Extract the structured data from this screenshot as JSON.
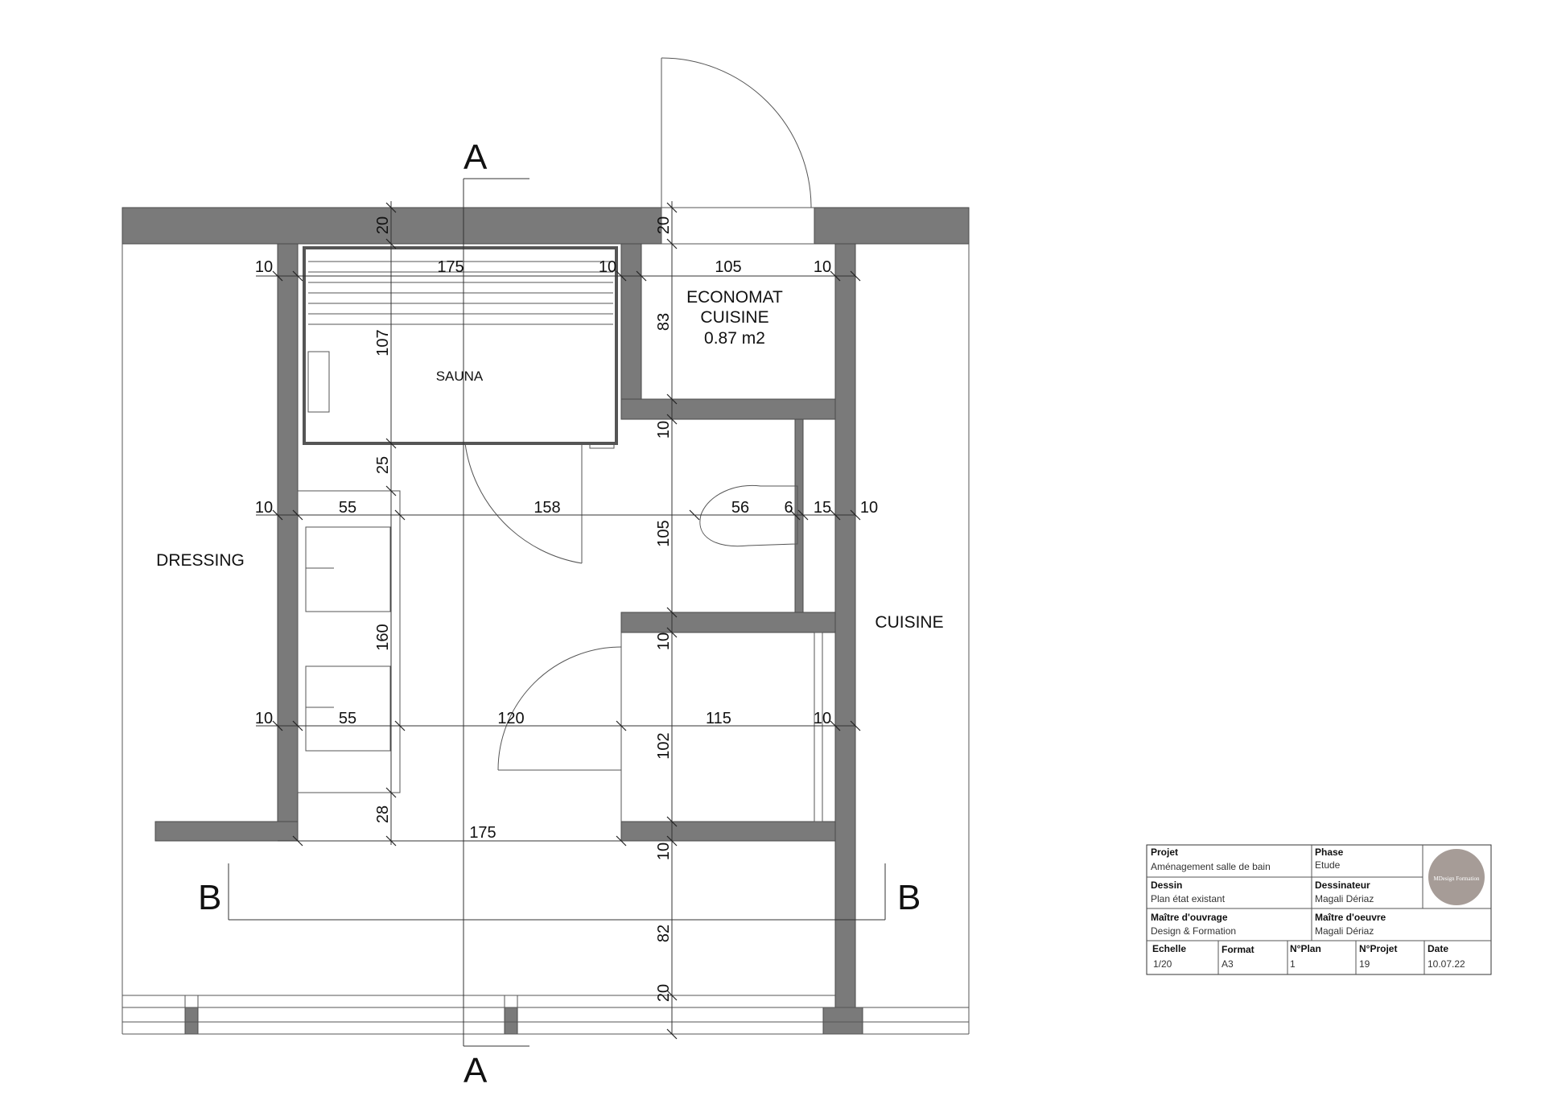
{
  "rooms": {
    "sauna": "SAUNA",
    "economat_line1": "ECONOMAT",
    "economat_line2": "CUISINE",
    "economat_area": "0.87 m2",
    "dressing": "DRESSING",
    "cuisine": "CUISINE"
  },
  "section_markers": {
    "a_top": "A",
    "a_bottom": "A",
    "b_left": "B",
    "b_right": "B"
  },
  "dimensions": {
    "row1": [
      "10",
      "175",
      "10",
      "105",
      "10"
    ],
    "row2": [
      "10",
      "55",
      "158",
      "56",
      "6",
      "15",
      "10"
    ],
    "row3": [
      "10",
      "55",
      "120",
      "115",
      "10"
    ],
    "bottom_span": "175",
    "vertical_left": [
      "20",
      "107",
      "25",
      "160",
      "28"
    ],
    "vertical_right": [
      "20",
      "83",
      "10",
      "105",
      "10",
      "102",
      "10",
      "82",
      "20"
    ]
  },
  "title_block": {
    "projet_label": "Projet",
    "projet_value": "Aménagement salle de bain",
    "phase_label": "Phase",
    "phase_value": "Etude",
    "dessin_label": "Dessin",
    "dessin_value": "Plan état existant",
    "dessinateur_label": "Dessinateur",
    "dessinateur_value": "Magali Dériaz",
    "maitre_ouvrage_label": "Maître d'ouvrage",
    "maitre_ouvrage_value": "Design & Formation",
    "maitre_oeuvre_label": "Maître d'oeuvre",
    "maitre_oeuvre_value": "Magali Dériaz",
    "echelle_label": "Echelle",
    "echelle_value": "1/20",
    "format_label": "Format",
    "format_value": "A3",
    "nplan_label": "N°Plan",
    "nplan_value": "1",
    "nprojet_label": "N°Projet",
    "nprojet_value": "19",
    "date_label": "Date",
    "date_value": "10.07.22",
    "logo_text": "MDesign Formation"
  },
  "colors": {
    "wall": "#7a7a7a",
    "logo": "#a69c97"
  }
}
